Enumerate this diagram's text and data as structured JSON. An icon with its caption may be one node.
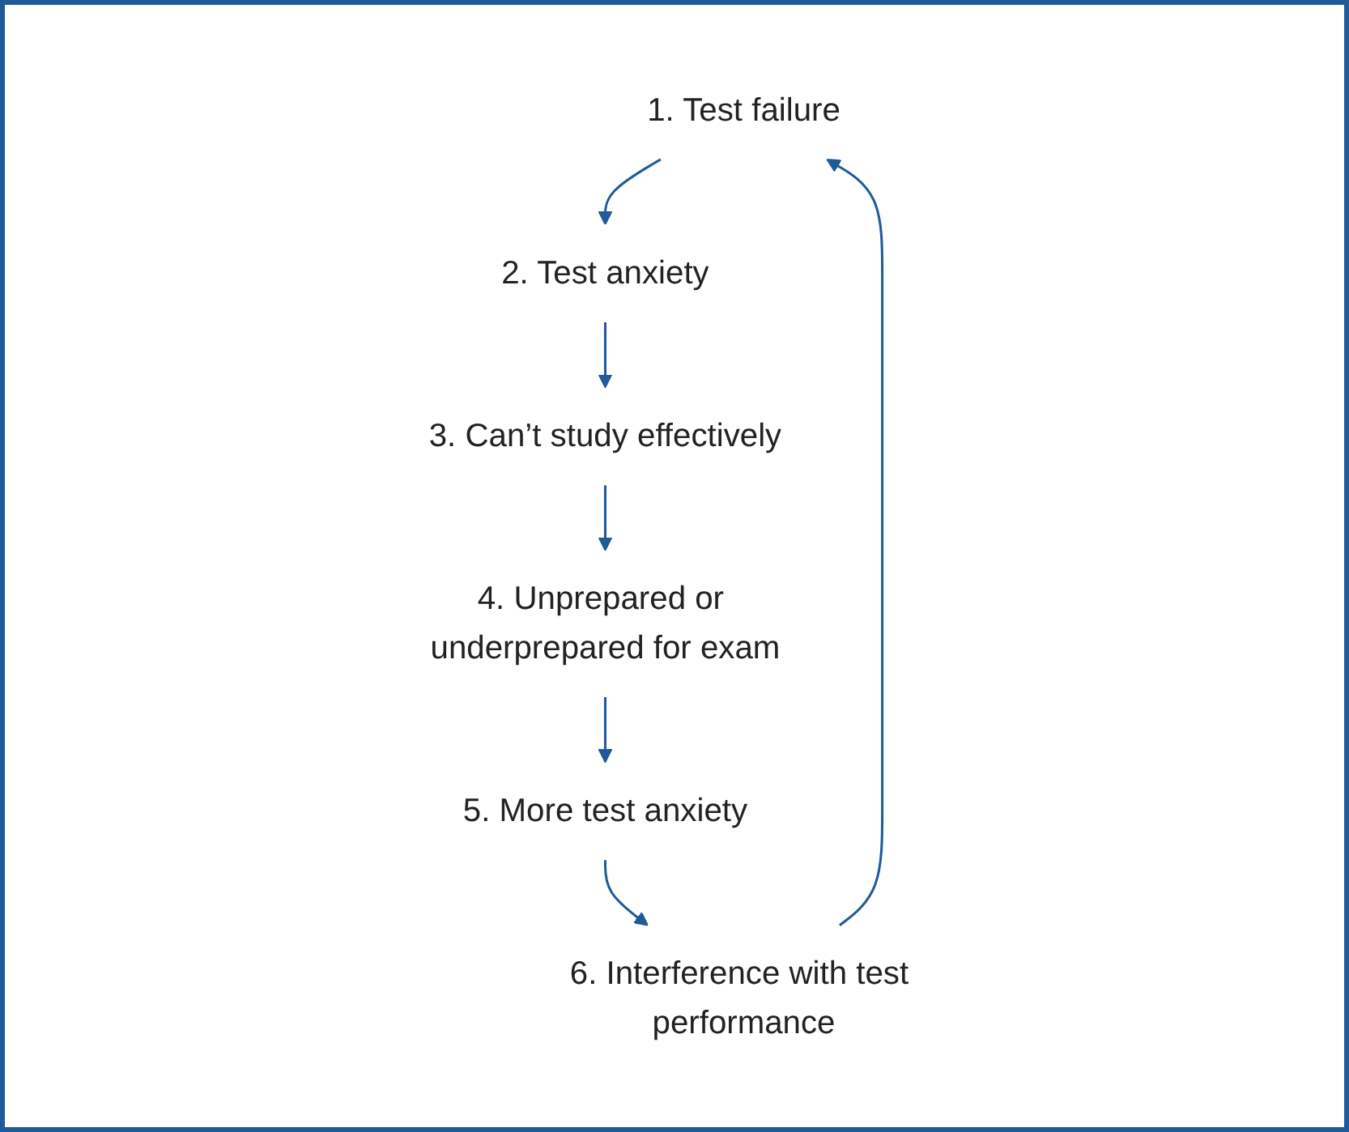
{
  "diagram": {
    "nodes": [
      {
        "text": [
          "1. Test failure"
        ]
      },
      {
        "text": [
          "2. Test anxiety"
        ]
      },
      {
        "text": [
          "3. Can’t study effectively"
        ]
      },
      {
        "text": [
          "4. Unprepared or underprepared for exam"
        ]
      },
      {
        "text": [
          "5. More test anxiety"
        ]
      },
      {
        "text": [
          "6. Interference with test performance"
        ]
      }
    ],
    "edges": [
      {
        "from": 0,
        "to": 1,
        "arrow": "to"
      },
      {
        "from": 1,
        "to": 2,
        "arrow": "to"
      },
      {
        "from": 2,
        "to": 3,
        "arrow": "to"
      },
      {
        "from": 3,
        "to": 4,
        "arrow": "to"
      },
      {
        "from": 4,
        "to": 5,
        "arrow": "to"
      },
      {
        "from": 5,
        "to": 0,
        "arrow": "to"
      }
    ]
  }
}
